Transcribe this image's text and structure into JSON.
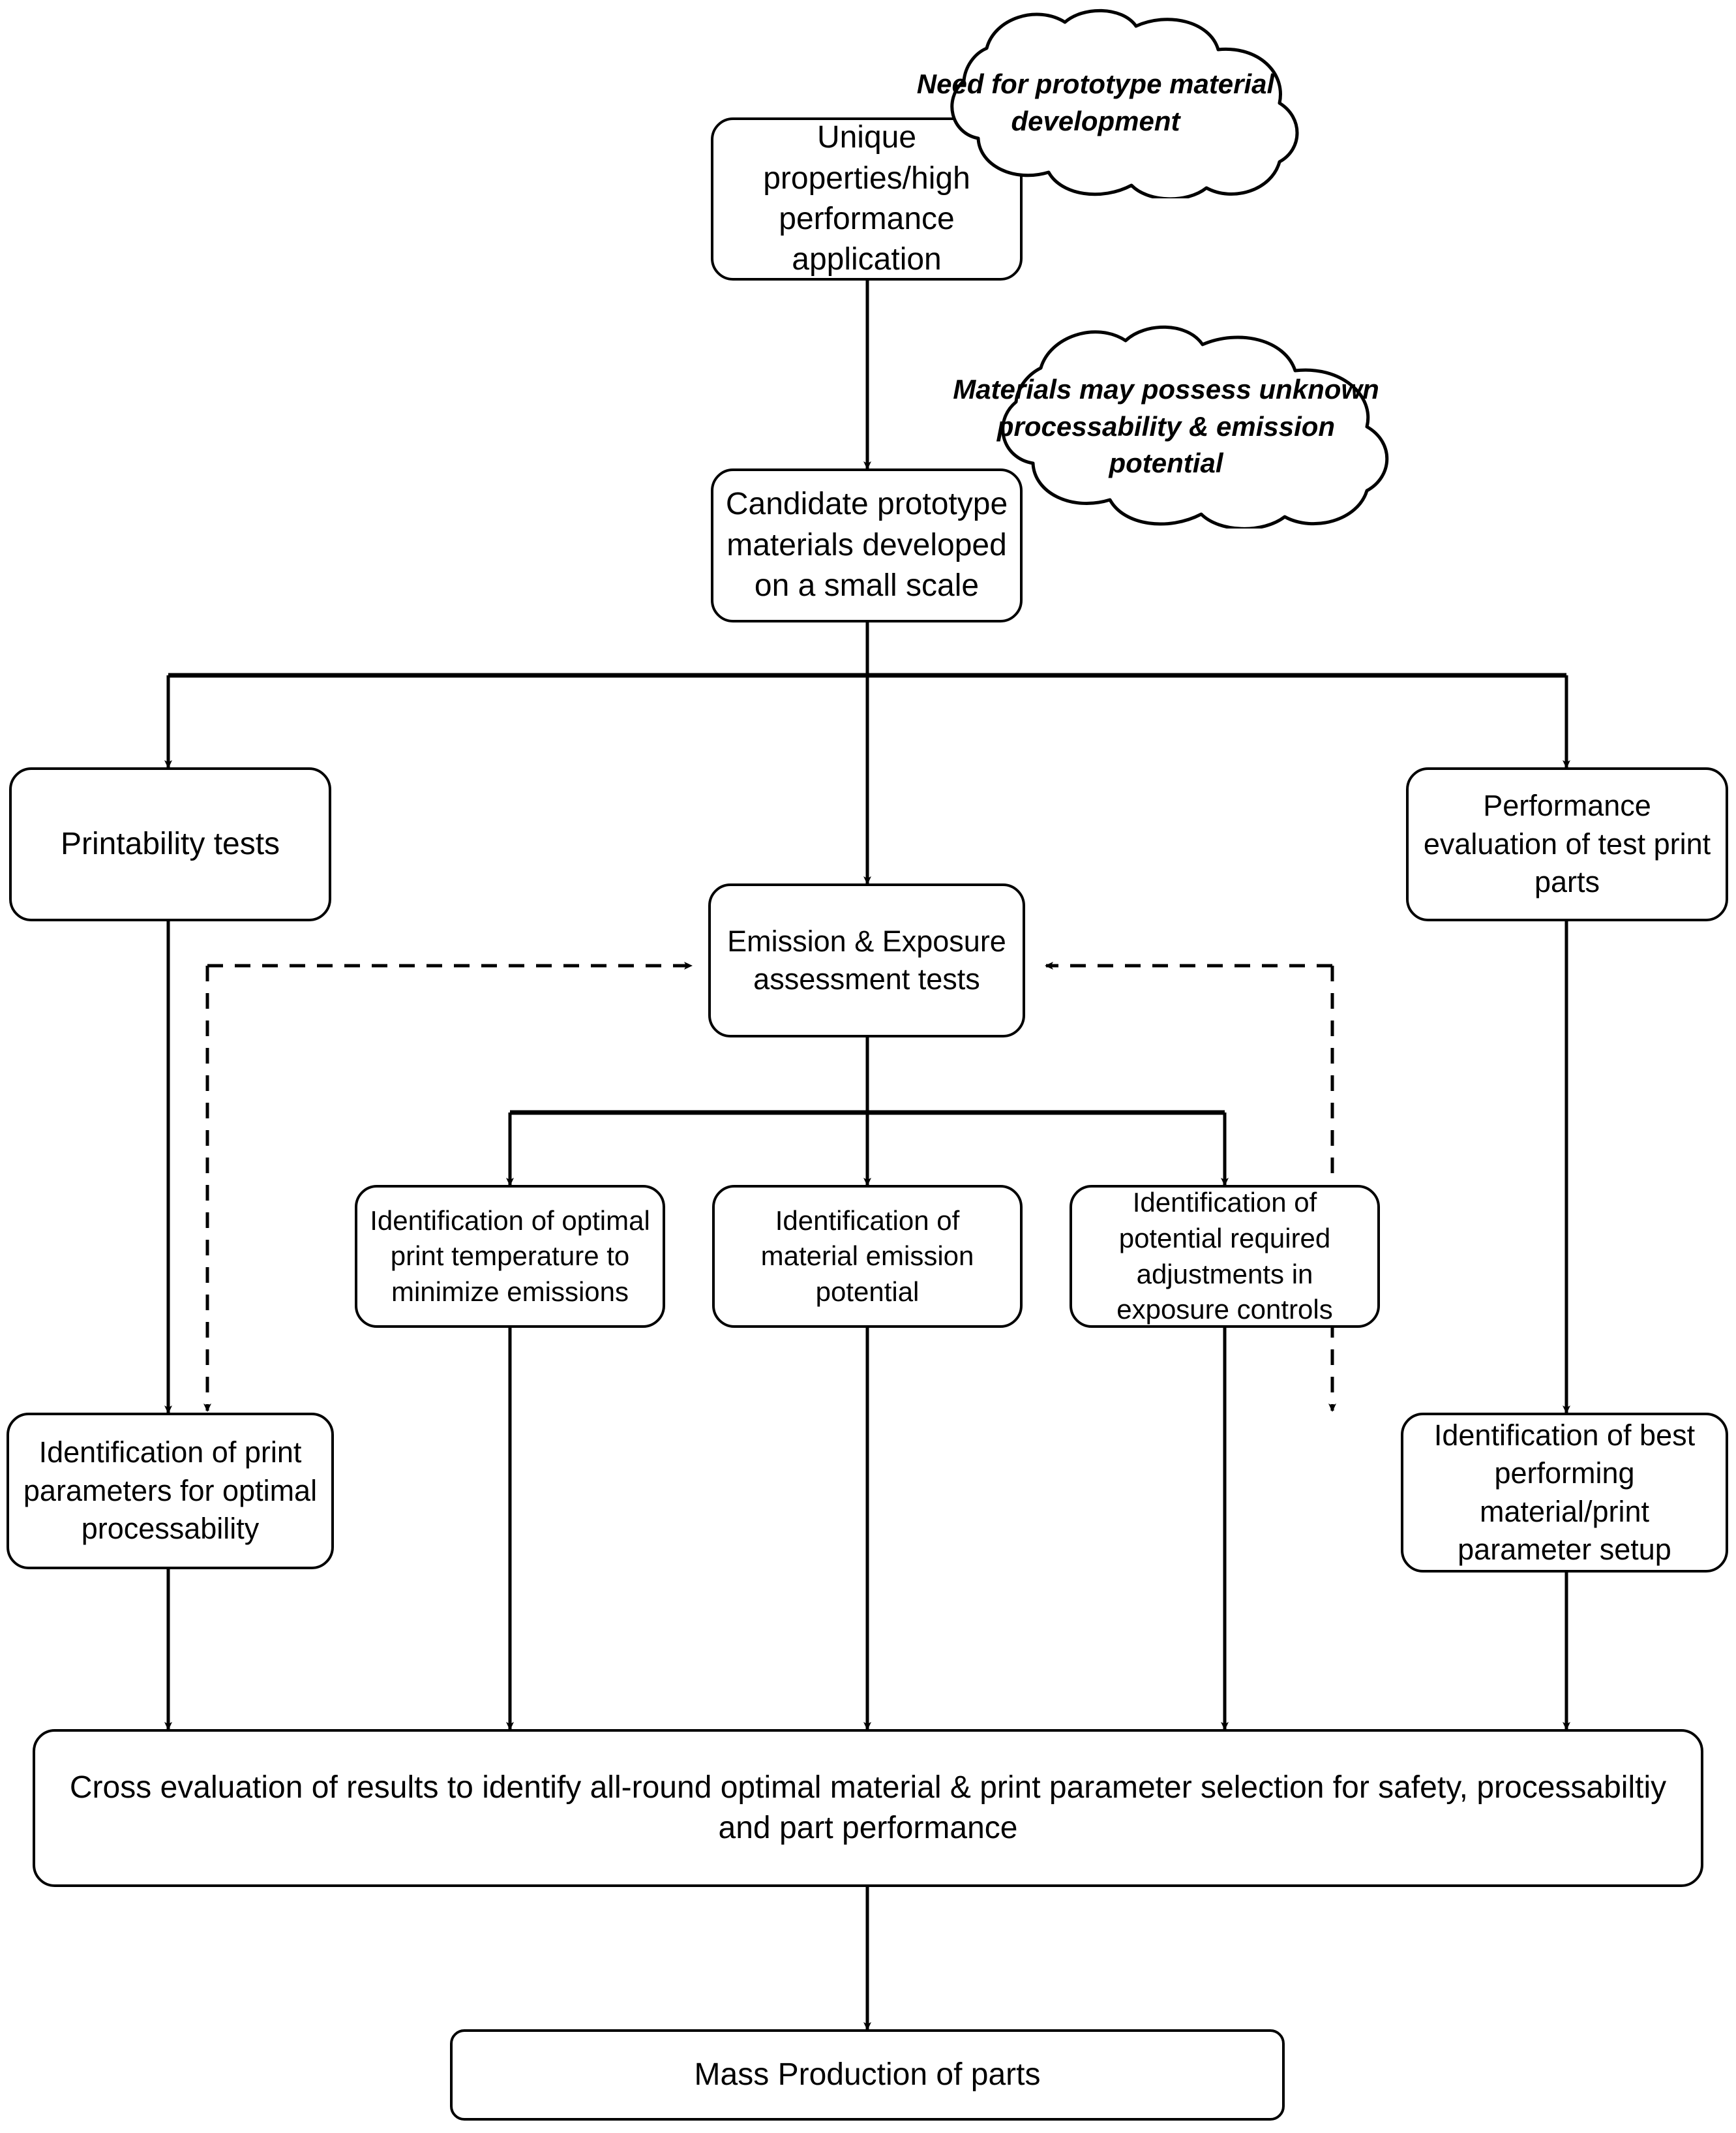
{
  "diagram": {
    "title": "Prototype material development and emission assessment workflow",
    "style": {
      "line_color": "#000000",
      "fill_color": "#ffffff",
      "text_color": "#000000"
    },
    "clouds": [
      {
        "id": "cloud-need",
        "text": "Need for prototype material development"
      },
      {
        "id": "cloud-unknown",
        "text": "Materials may possess unknown processability & emission potential"
      }
    ],
    "nodes": [
      {
        "id": "unique-properties",
        "text": "Unique properties/high performance application"
      },
      {
        "id": "candidate-prototype",
        "text": "Candidate prototype materials developed on a small scale"
      },
      {
        "id": "printability-tests",
        "text": "Printability tests"
      },
      {
        "id": "emission-exposure",
        "text": "Emission & Exposure assessment tests"
      },
      {
        "id": "performance-eval",
        "text": "Performance evaluation of test print parts"
      },
      {
        "id": "ident-optimal-temp",
        "text": "Identification of optimal print temperature to minimize emissions"
      },
      {
        "id": "ident-material-emission",
        "text": "Identification of material emission potential"
      },
      {
        "id": "ident-exposure-adjust",
        "text": "Identification of potential required adjustments in exposure controls"
      },
      {
        "id": "ident-print-params",
        "text": "Identification of print parameters for optimal processability"
      },
      {
        "id": "ident-best-performing",
        "text": "Identification of best performing material/print parameter setup"
      },
      {
        "id": "cross-evaluation",
        "text": "Cross evaluation of results to identify all-round optimal material & print parameter selection for safety, processabiltiy and part performance"
      },
      {
        "id": "mass-production",
        "text": "Mass Production of parts"
      }
    ],
    "edges": [
      {
        "from": "unique-properties",
        "to": "candidate-prototype",
        "style": "solid"
      },
      {
        "from": "candidate-prototype",
        "to": "printability-tests",
        "style": "solid"
      },
      {
        "from": "candidate-prototype",
        "to": "emission-exposure",
        "style": "solid"
      },
      {
        "from": "candidate-prototype",
        "to": "performance-eval",
        "style": "solid"
      },
      {
        "from": "printability-tests",
        "to": "ident-print-params",
        "style": "solid"
      },
      {
        "from": "emission-exposure",
        "to": "ident-optimal-temp",
        "style": "solid"
      },
      {
        "from": "emission-exposure",
        "to": "ident-material-emission",
        "style": "solid"
      },
      {
        "from": "emission-exposure",
        "to": "ident-exposure-adjust",
        "style": "solid"
      },
      {
        "from": "performance-eval",
        "to": "ident-best-performing",
        "style": "solid"
      },
      {
        "from": "printability-tests",
        "to": "emission-exposure",
        "style": "dashed"
      },
      {
        "from": "performance-eval",
        "to": "emission-exposure",
        "style": "dashed"
      },
      {
        "from": "emission-exposure",
        "to": "ident-print-params",
        "style": "dashed"
      },
      {
        "from": "emission-exposure",
        "to": "ident-best-performing",
        "style": "dashed"
      },
      {
        "from": "ident-print-params",
        "to": "cross-evaluation",
        "style": "solid"
      },
      {
        "from": "ident-optimal-temp",
        "to": "cross-evaluation",
        "style": "solid"
      },
      {
        "from": "ident-material-emission",
        "to": "cross-evaluation",
        "style": "solid"
      },
      {
        "from": "ident-exposure-adjust",
        "to": "cross-evaluation",
        "style": "solid"
      },
      {
        "from": "ident-best-performing",
        "to": "cross-evaluation",
        "style": "solid"
      },
      {
        "from": "cross-evaluation",
        "to": "mass-production",
        "style": "solid"
      }
    ]
  }
}
